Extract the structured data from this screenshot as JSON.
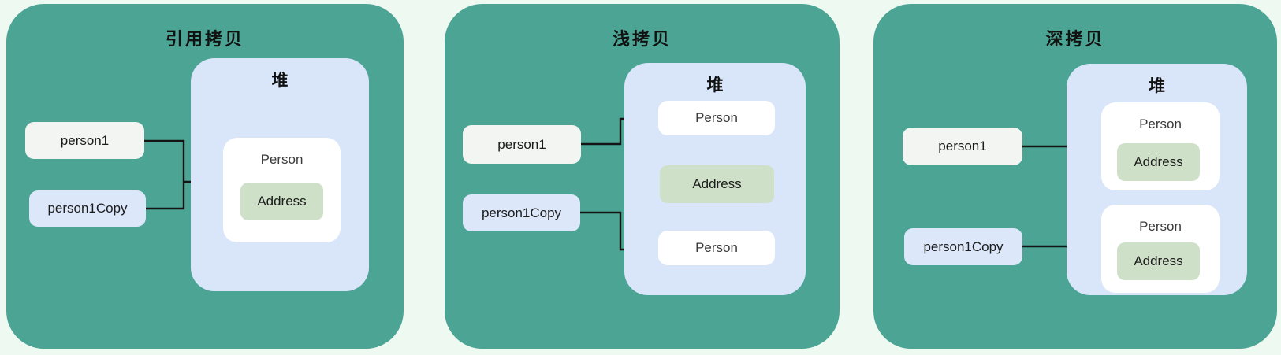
{
  "colors": {
    "bg": "#EDF9F1",
    "panel": "#4BA494",
    "heap": "#D9E5F9",
    "ref_box": "#F3F5F2",
    "copy_box": "#DCE7FA",
    "object_box": "#FFFFFF",
    "address_box": "#CFE0C8",
    "line": "#141414",
    "title_text": "#111111",
    "label_text": "#1C1C1C",
    "object_text": "#3A3A3A"
  },
  "panels": [
    {
      "title": "引用拷贝",
      "heap_label": "堆",
      "person1": "person1",
      "person1_copy": "person1Copy",
      "object": "Person",
      "address": "Address"
    },
    {
      "title": "浅拷贝",
      "heap_label": "堆",
      "person1": "person1",
      "person1_copy": "person1Copy",
      "object_top": "Person",
      "object_bottom": "Person",
      "address": "Address"
    },
    {
      "title": "深拷贝",
      "heap_label": "堆",
      "person1": "person1",
      "person1_copy": "person1Copy",
      "object_top": "Person",
      "object_bottom": "Person",
      "address_top": "Address",
      "address_bottom": "Address"
    }
  ]
}
